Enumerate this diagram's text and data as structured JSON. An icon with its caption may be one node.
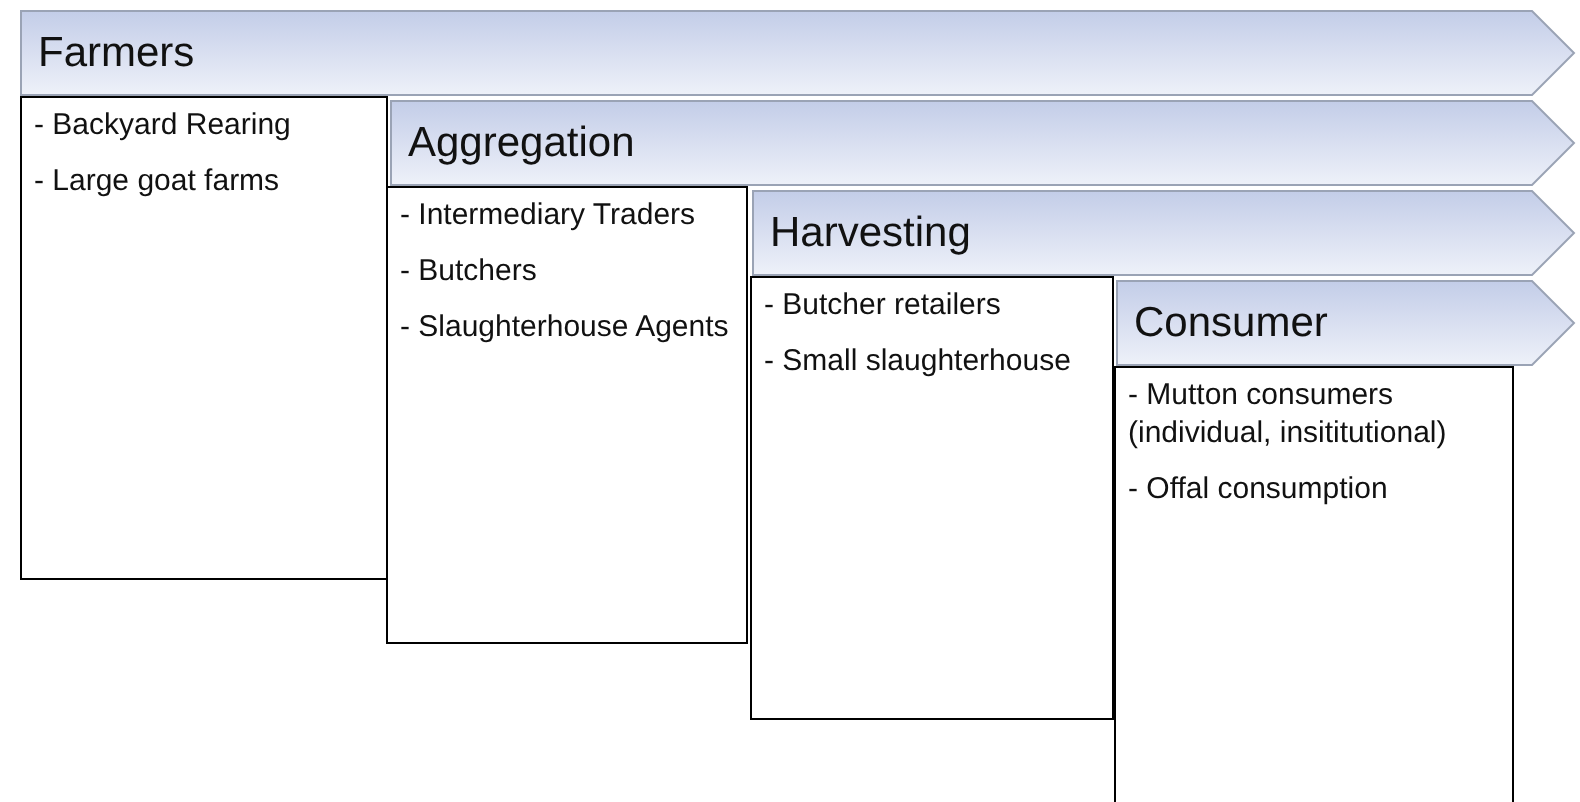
{
  "diagram": {
    "nodes": [
      {
        "text": [
          "Farmers"
        ]
      },
      {
        "text": [
          "- Backyard Rearing",
          "- Large goat farms"
        ]
      },
      {
        "text": [
          "Aggregation"
        ]
      },
      {
        "text": [
          "- Intermediary Traders",
          "- Butchers",
          "- Slaughterhouse Agents"
        ]
      },
      {
        "text": [
          "Harvesting"
        ]
      },
      {
        "text": [
          "- Butcher retailers",
          "- Small slaughterhouse"
        ]
      },
      {
        "text": [
          "Consumer"
        ]
      },
      {
        "text": [
          "- Mutton consumers (individual, insititutional)",
          "- Offal consumption"
        ]
      }
    ],
    "edges": []
  }
}
